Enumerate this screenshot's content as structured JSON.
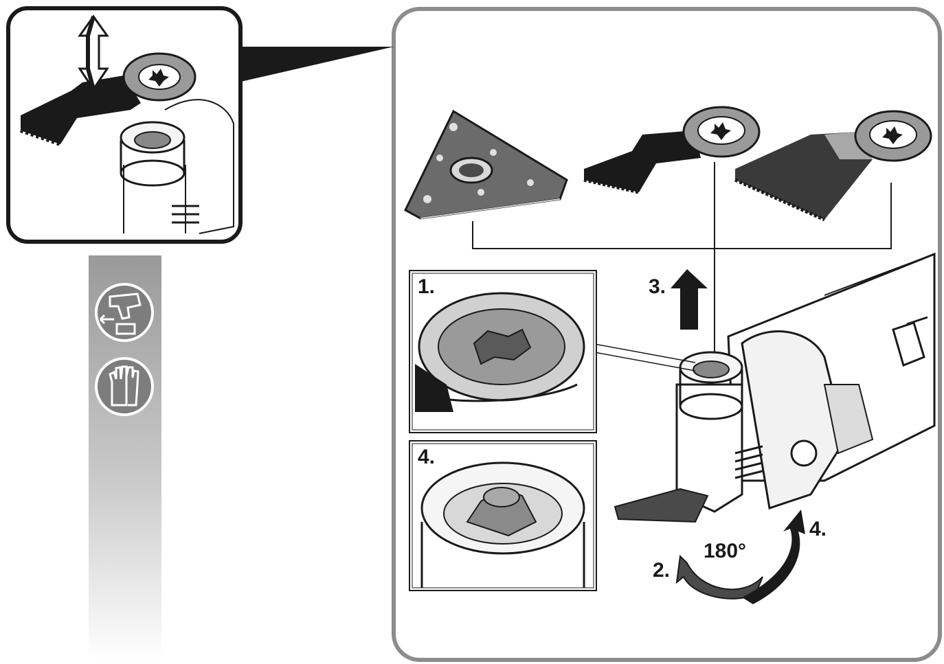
{
  "steps": {
    "step1": "1.",
    "step2": "2.",
    "step3": "3.",
    "step4_main": "4.",
    "step4_inset": "4."
  },
  "rotation": "180°",
  "icons": [
    "cordless-drill-battery-removed-icon",
    "protective-gloves-icon"
  ],
  "colors": {
    "line": "#1a1a1a",
    "panel_border": "#8c8c8c",
    "sidebar_top": "#9a9a9a",
    "sidebar_bottom": "#ffffff",
    "icon_fill": "#7d7d7d"
  }
}
